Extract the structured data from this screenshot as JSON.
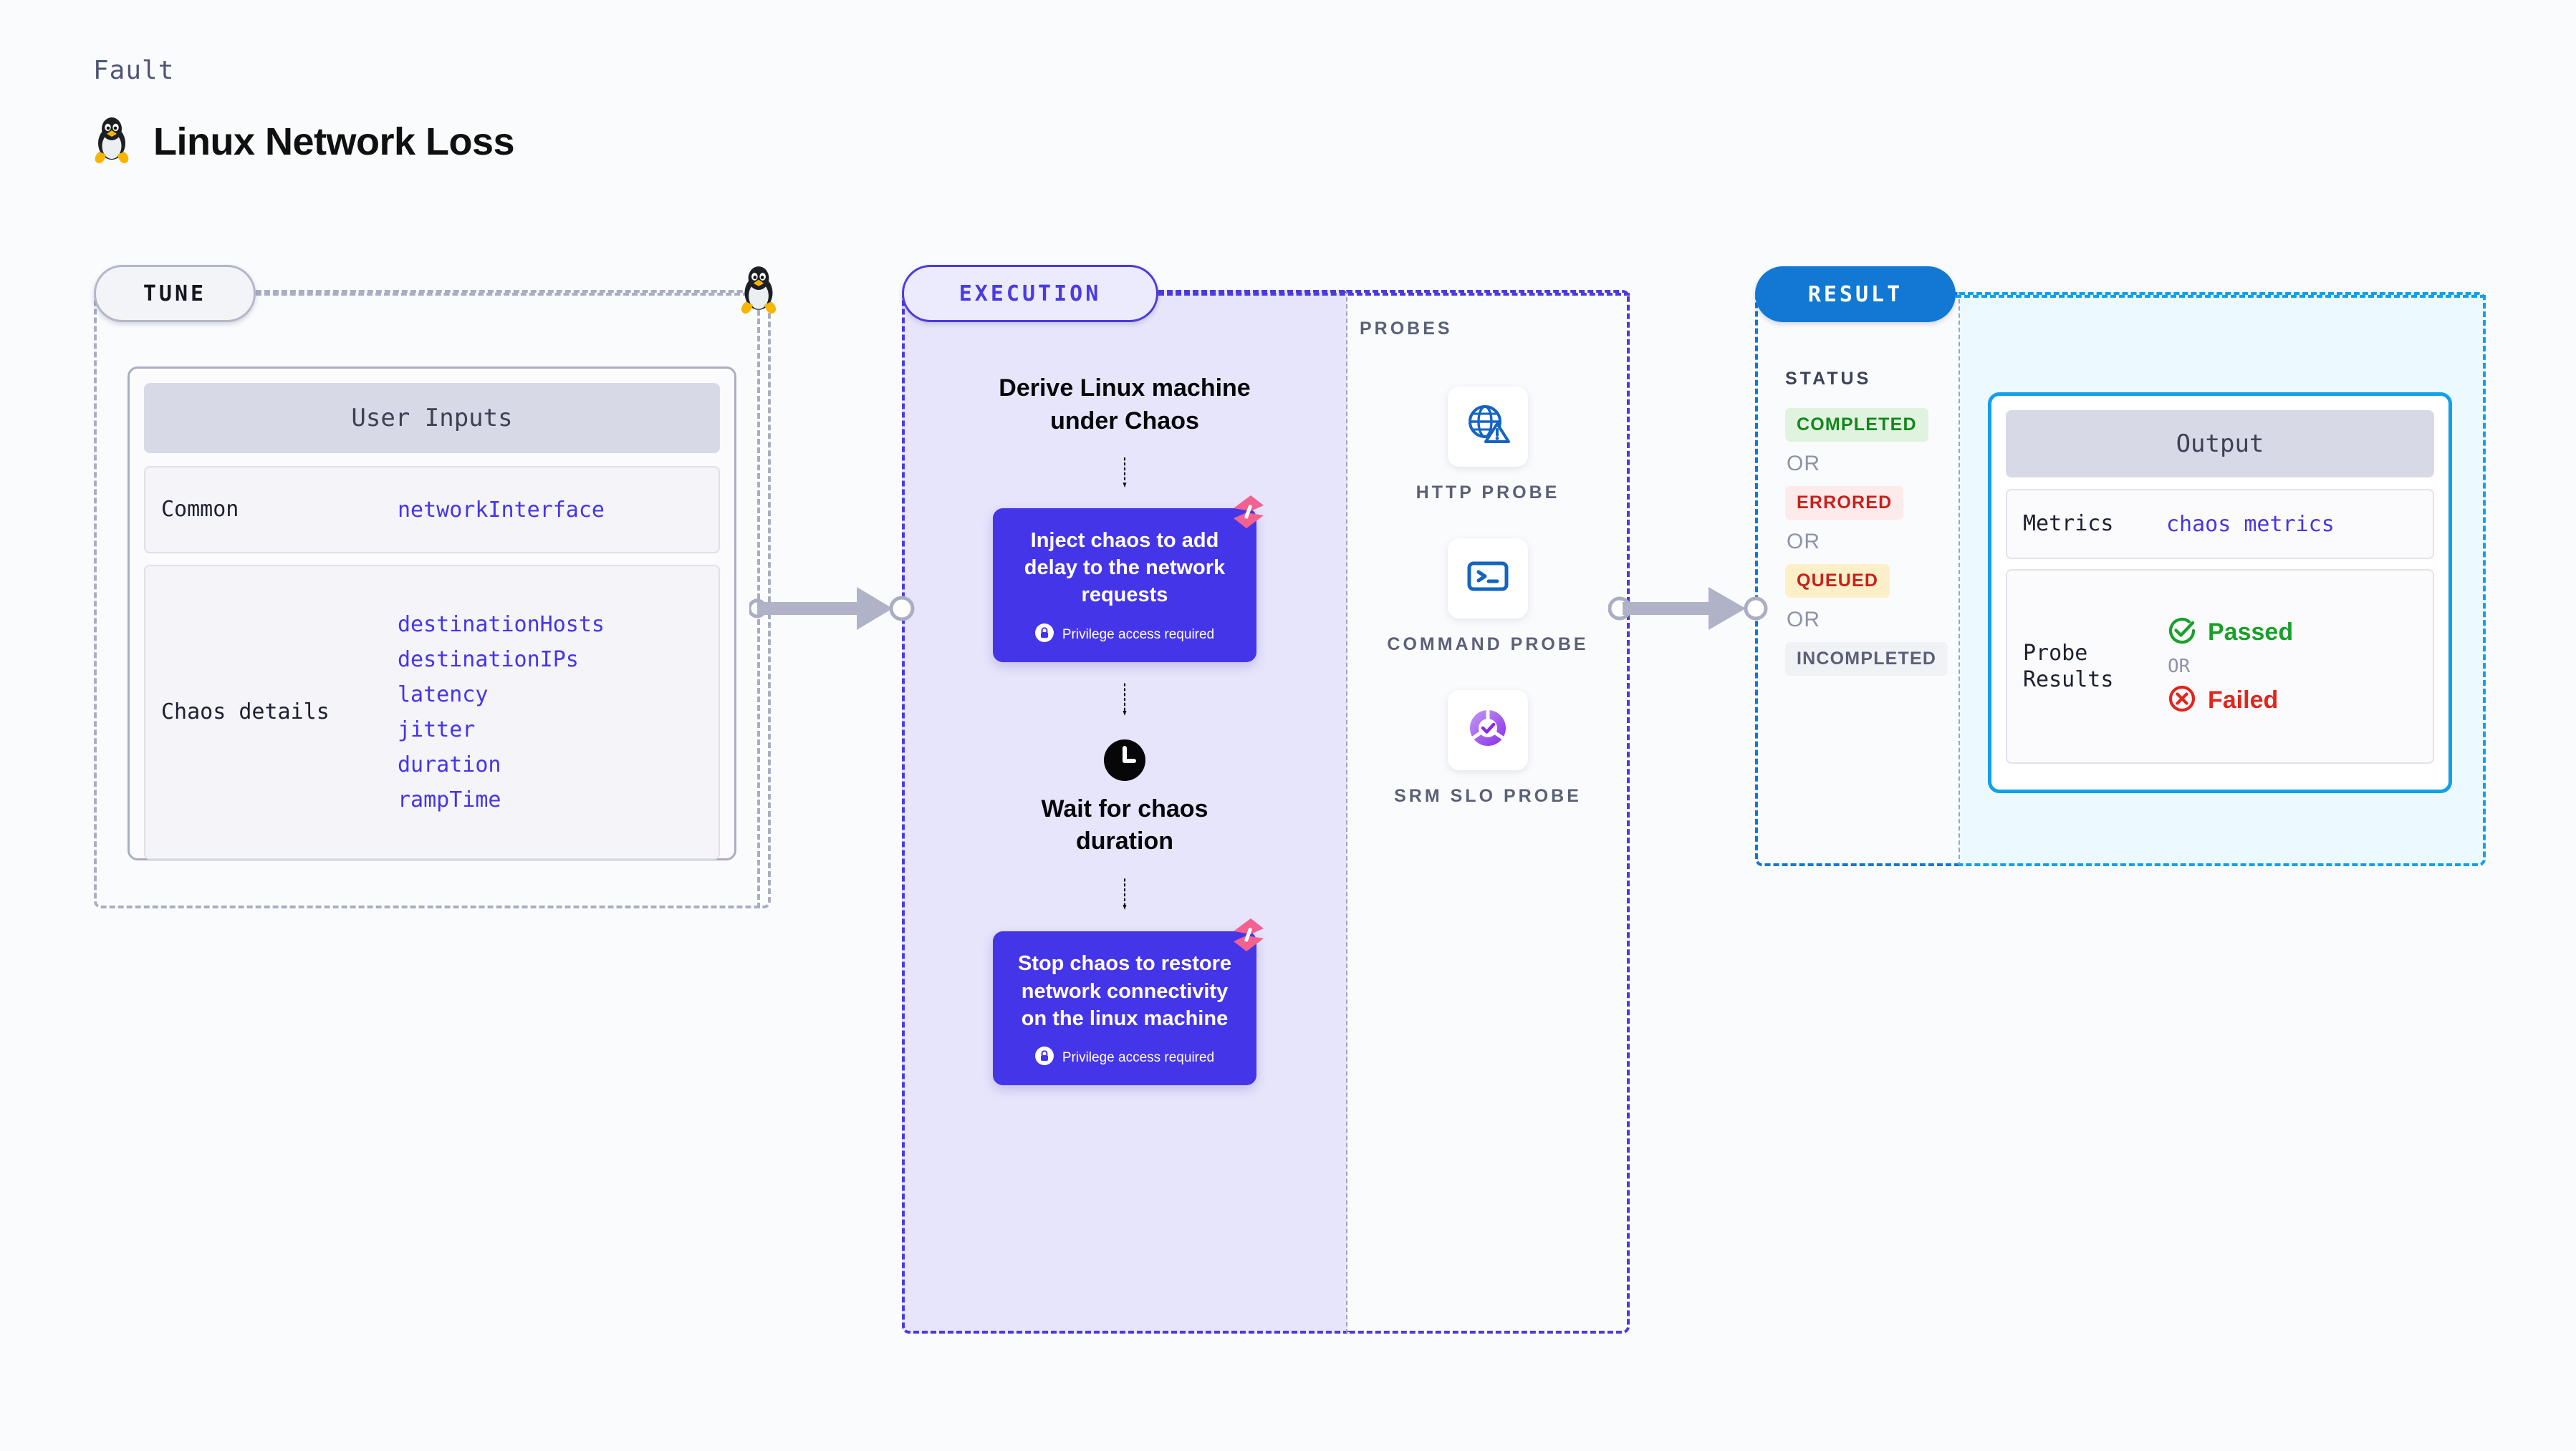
{
  "header": {
    "kicker": "Fault",
    "title": "Linux Network Loss",
    "icon": "linux-penguin-icon"
  },
  "stages": {
    "tune": {
      "badge": "TUNE"
    },
    "execution": {
      "badge": "EXECUTION"
    },
    "probes": {
      "label": "PROBES"
    },
    "result": {
      "badge": "RESULT"
    }
  },
  "tune": {
    "card_title": "User Inputs",
    "rows": [
      {
        "key": "Common",
        "values": [
          "networkInterface"
        ]
      },
      {
        "key": "Chaos details",
        "values": [
          "destinationHosts",
          "destinationIPs",
          "latency",
          "jitter",
          "duration",
          "rampTime"
        ]
      }
    ]
  },
  "execution": {
    "title": "Derive Linux machine under Chaos",
    "nodes": [
      {
        "text": "Inject chaos to add delay to the network requests",
        "privilege": "Privilege access required",
        "badge_icon": "harness-logo-icon",
        "lock_icon": "lock-icon"
      },
      {
        "text": "Stop chaos to restore network connectivity on the linux machine",
        "privilege": "Privilege access required",
        "badge_icon": "harness-logo-icon",
        "lock_icon": "lock-icon"
      }
    ],
    "wait": {
      "text": "Wait for chaos duration",
      "icon": "clock-icon"
    }
  },
  "probes": {
    "items": [
      {
        "name": "HTTP PROBE",
        "icon": "globe-warning-icon"
      },
      {
        "name": "COMMAND PROBE",
        "icon": "terminal-icon"
      },
      {
        "name": "SRM SLO PROBE",
        "icon": "slo-donut-check-icon"
      }
    ]
  },
  "result": {
    "status_label": "STATUS",
    "or_label": "OR",
    "statuses": [
      {
        "label": "COMPLETED",
        "bg": "#dff3df",
        "fg": "#15871b"
      },
      {
        "label": "ERRORED",
        "bg": "#fdeaea",
        "fg": "#c8201b"
      },
      {
        "label": "QUEUED",
        "bg": "#fdf0c9",
        "fg": "#c8201b"
      },
      {
        "label": "INCOMPLETED",
        "bg": "#f1f2f6",
        "fg": "#5b6077"
      }
    ]
  },
  "output": {
    "card_title": "Output",
    "metrics_key": "Metrics",
    "metrics_value": "chaos metrics",
    "probe_results_key": "Probe Results",
    "or_label": "OR",
    "passed": {
      "label": "Passed",
      "color": "#19a02b",
      "icon": "check-circle-icon"
    },
    "failed": {
      "label": "Failed",
      "color": "#e1261c",
      "icon": "x-circle-icon"
    }
  },
  "colors": {
    "background": "#fafbfd",
    "tune_accent": "#a9aec2",
    "execution_accent": "#4535e8",
    "result_accent": "#1178d4",
    "output_accent": "#12a0e8",
    "harness_pink": "#f4608f"
  }
}
